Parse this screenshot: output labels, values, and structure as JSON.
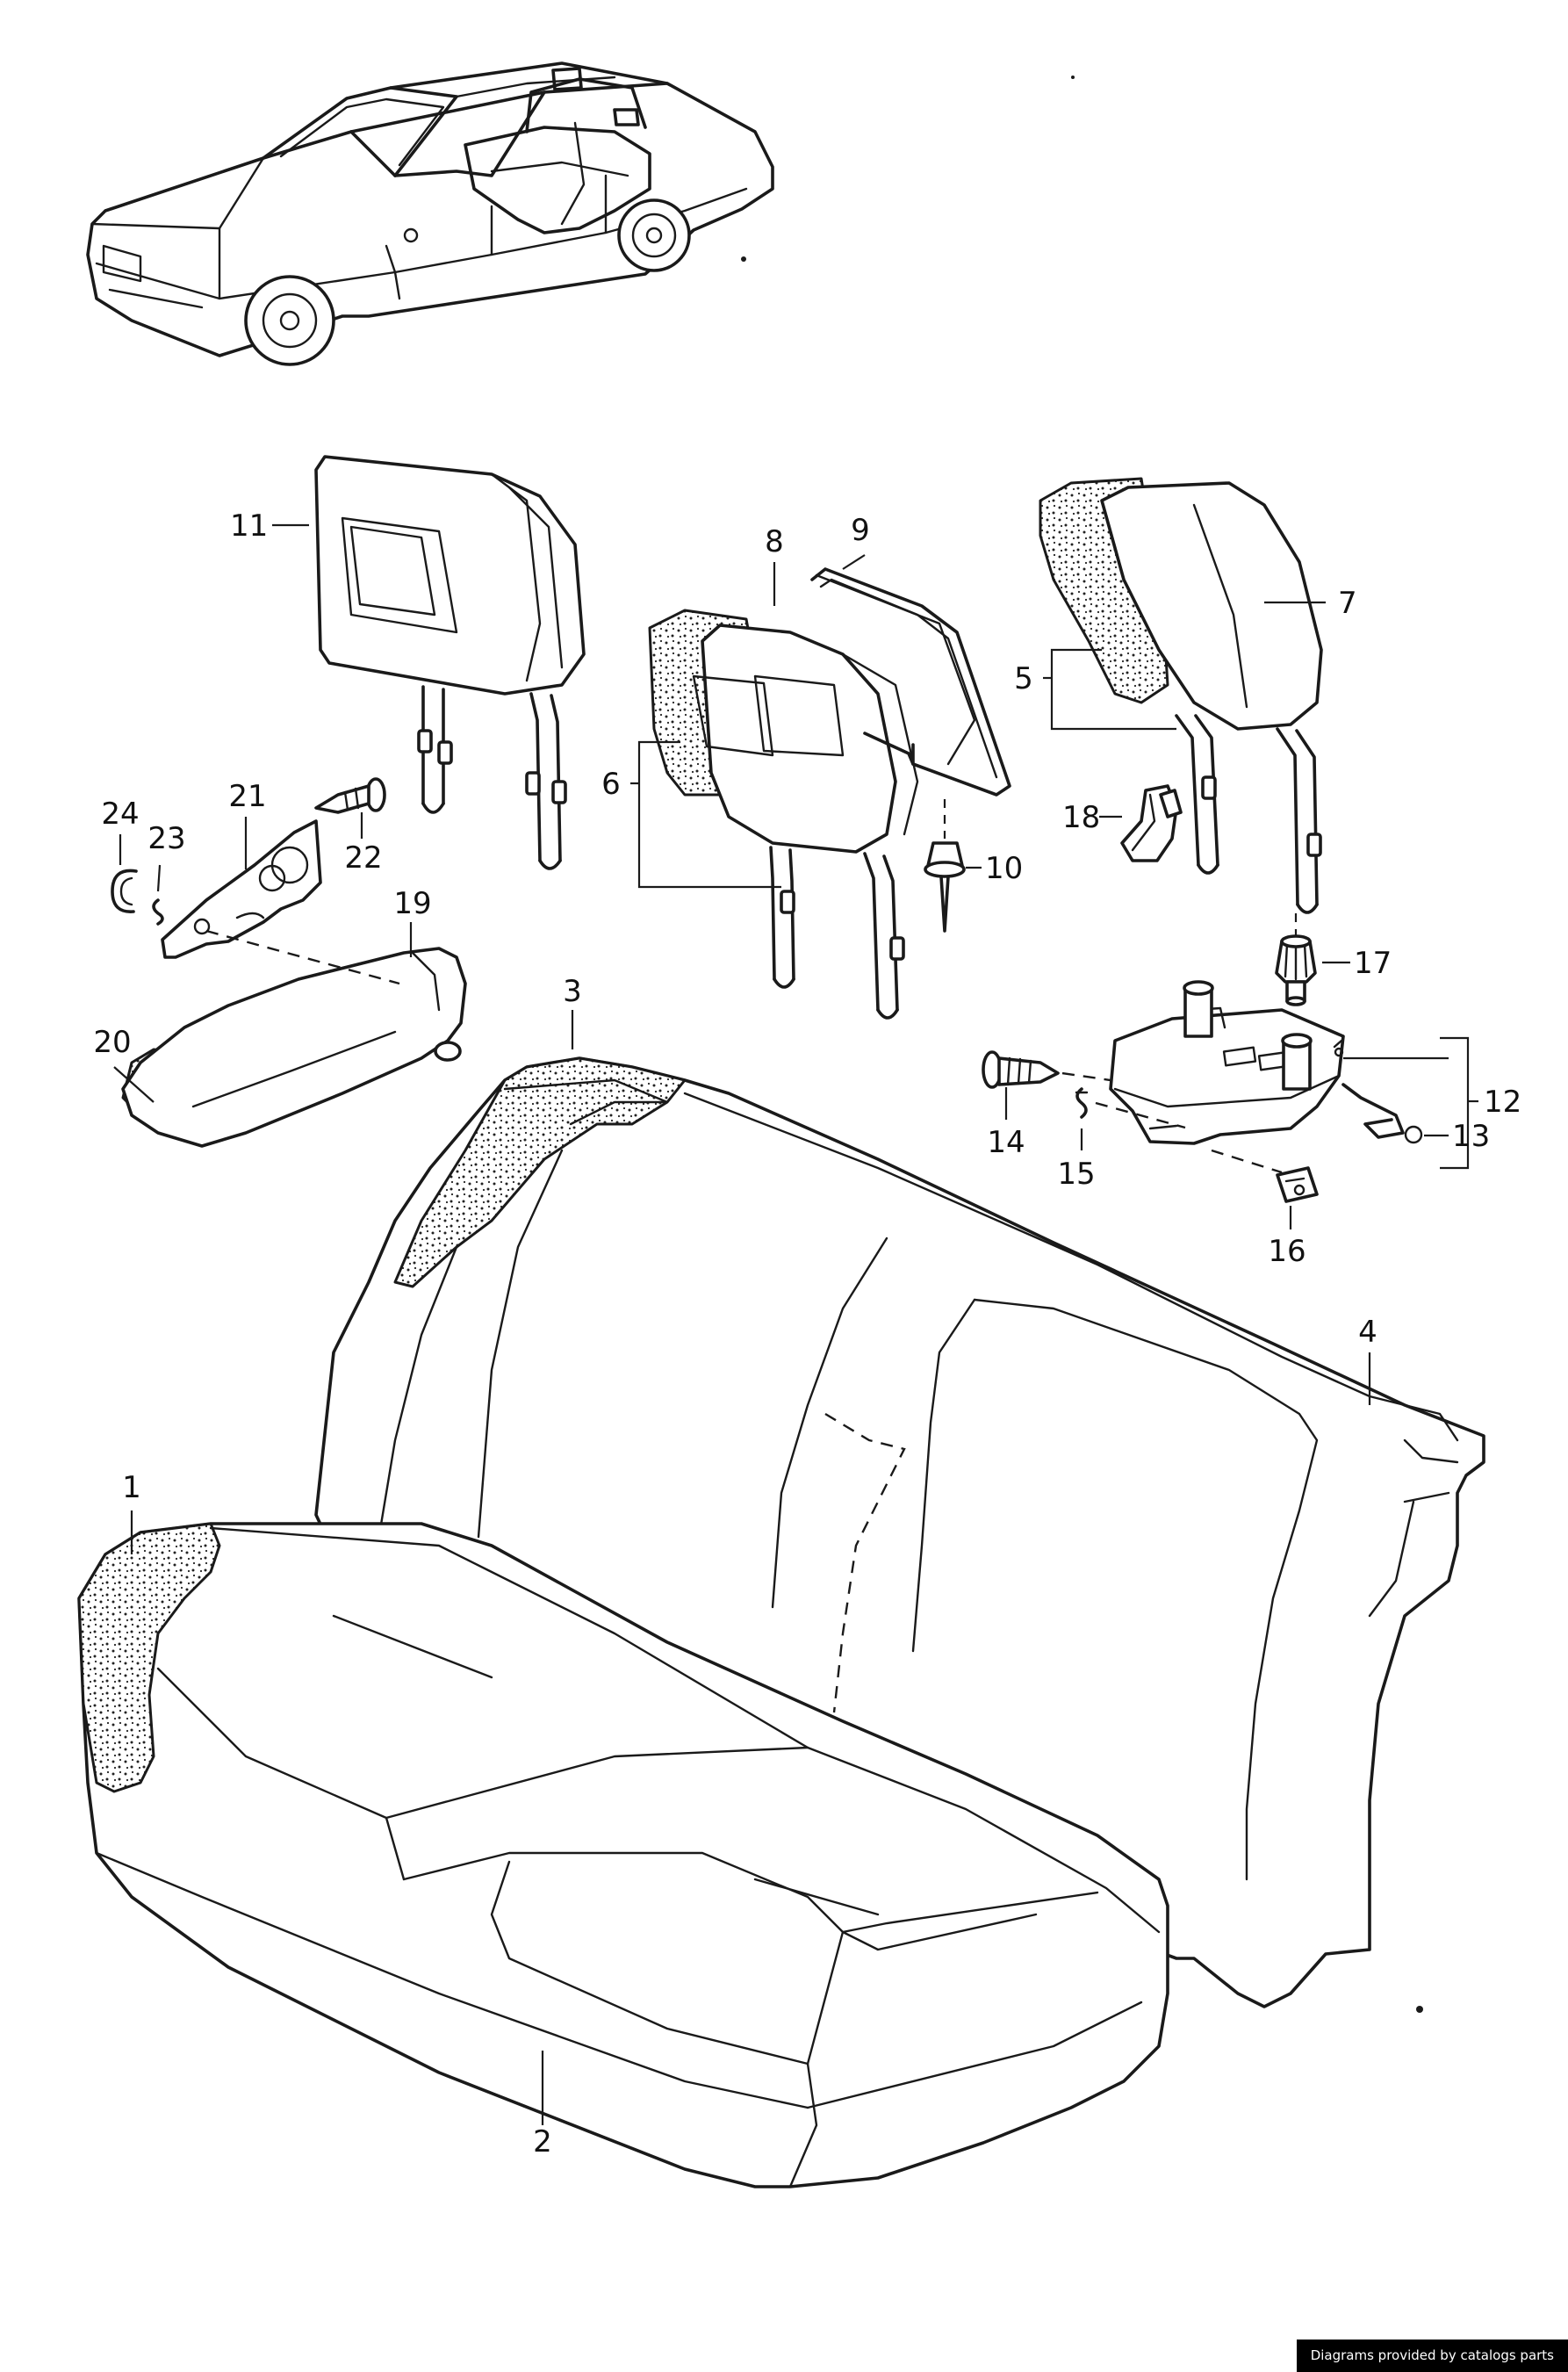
{
  "callouts": {
    "c1": "1",
    "c2": "2",
    "c3": "3",
    "c4": "4",
    "c5": "5",
    "c6": "6",
    "c7": "7",
    "c8": "8",
    "c9": "9",
    "c10": "10",
    "c11": "11",
    "c12": "12",
    "c13": "13",
    "c14": "14",
    "c15": "15",
    "c16": "16",
    "c17": "17",
    "c18": "18",
    "c19": "19",
    "c20": "20",
    "c21": "21",
    "c22": "22",
    "c23": "23",
    "c24": "24"
  },
  "credit": "Diagrams provided by catalogs parts",
  "colors": {
    "line": "#1a1a1a",
    "background": "#ffffff",
    "credit_bg": "#000000",
    "credit_text": "#ffffff"
  }
}
